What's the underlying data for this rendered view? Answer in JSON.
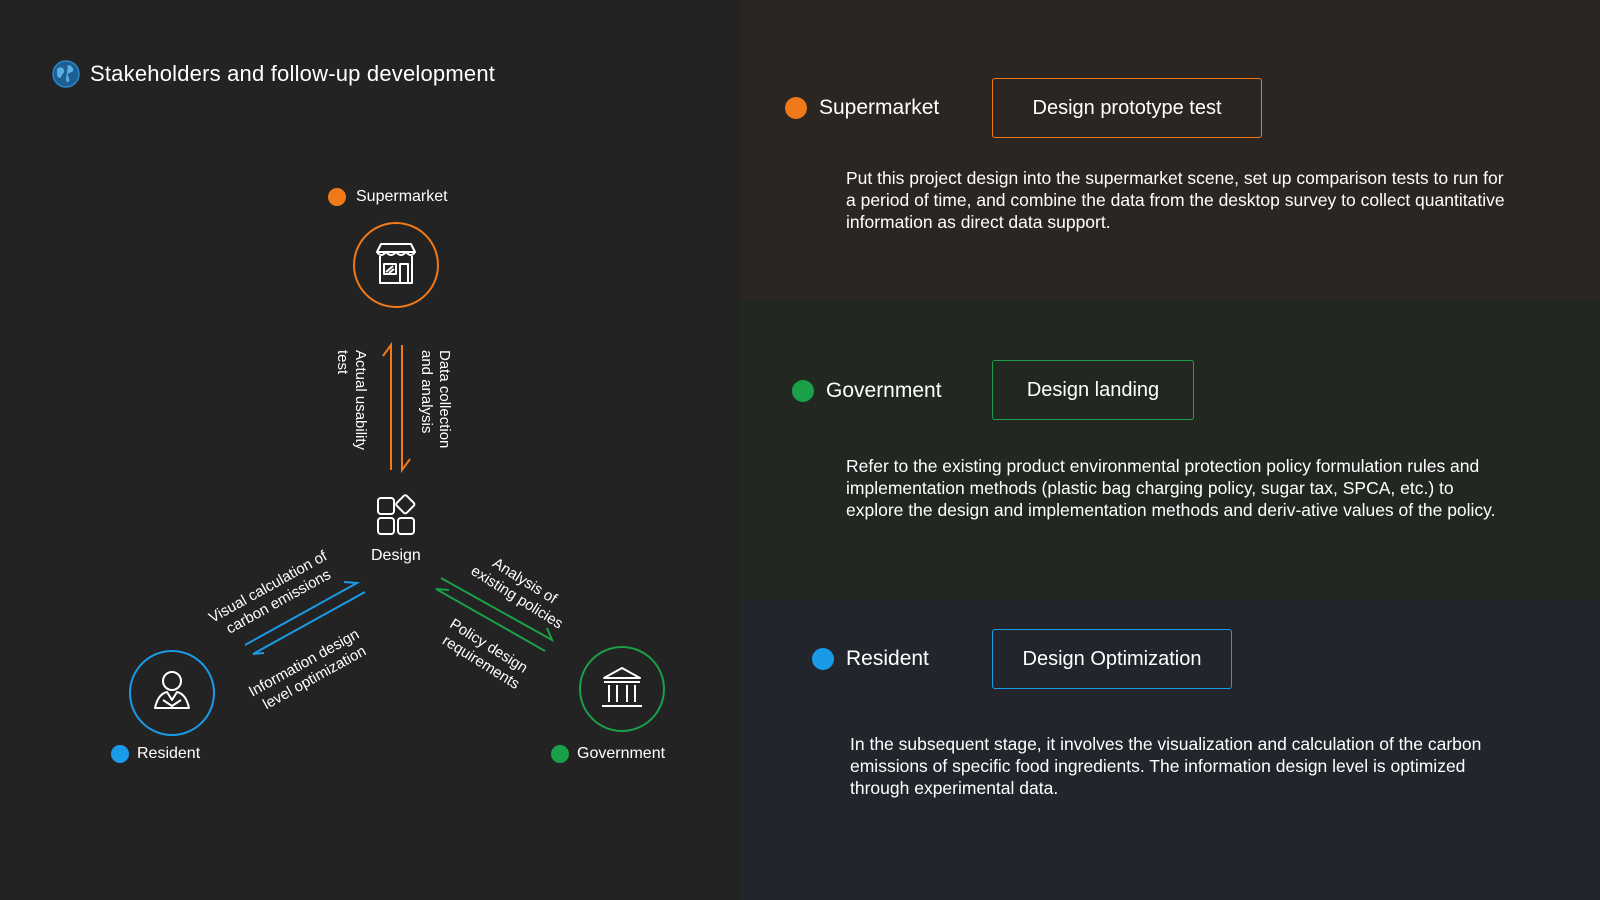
{
  "title": "Stakeholders and follow-up development",
  "colors": {
    "supermarket": "#f07a1a",
    "government": "#1aa048",
    "resident": "#1a9be8",
    "globe": "#2a86c8"
  },
  "diagram": {
    "supermarket_label": "Supermarket",
    "government_label": "Government",
    "resident_label": "Resident",
    "design_label": "Design",
    "edge_super_down": [
      "Actual usability",
      "test"
    ],
    "edge_super_up": [
      "Data collection",
      "and analysis"
    ],
    "edge_res_top": [
      "Visual calculation of",
      "carbon emissions"
    ],
    "edge_res_bottom": [
      "Information design",
      "level optimization"
    ],
    "edge_gov_top": [
      "Analysis of",
      "existing policies"
    ],
    "edge_gov_bottom": [
      "Policy design",
      "requirements"
    ]
  },
  "panels": [
    {
      "name": "Supermarket",
      "button": "Design prototype test",
      "text": "Put this project design into the supermarket scene, set up comparison tests to run for a period of time, and combine the data from the desktop survey to collect quantitative information as direct data support."
    },
    {
      "name": "Government",
      "button": "Design landing",
      "text": "Refer to the existing product environmental protection policy formulation rules and implementation methods (plastic bag charging policy, sugar tax, SPCA, etc.) to explore the design and implementation methods and deriv-ative values of the policy."
    },
    {
      "name": "Resident",
      "button": "Design Optimization",
      "text": "In the subsequent stage, it involves the visualization and calculation of the carbon emissions of specific food ingredients. The information design level is optimized through experimental data."
    }
  ]
}
